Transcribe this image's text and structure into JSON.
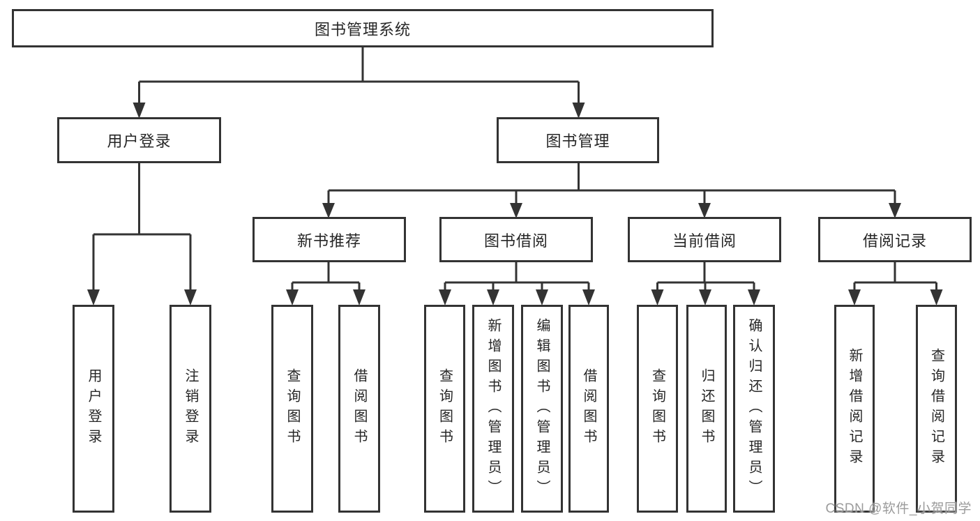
{
  "diagram": {
    "root": "图书管理系统",
    "level2": {
      "user_login": "用户登录",
      "book_mgmt": "图书管理"
    },
    "level3": {
      "new_books": "新书推荐",
      "book_borrow": "图书借阅",
      "current_borrow": "当前借阅",
      "borrow_records": "借阅记录"
    },
    "leaves": {
      "user_login": [
        "用户登录",
        "注销登录"
      ],
      "new_books": [
        "查询图书",
        "借阅图书"
      ],
      "book_borrow": [
        "查询图书",
        "新增图书（管理员）",
        "编辑图书（管理员）",
        "借阅图书"
      ],
      "current_borrow": [
        "查询图书",
        "归还图书",
        "确认归还（管理员）"
      ],
      "borrow_records": [
        "新增借阅记录",
        "查询借阅记录"
      ]
    }
  },
  "watermark": "CSDN @软件_小贺同学",
  "colors": {
    "line": "#333333",
    "box_fill": "#ffffff",
    "text": "#262626",
    "watermark": "#9b9b9b",
    "background": "#ffffff"
  }
}
